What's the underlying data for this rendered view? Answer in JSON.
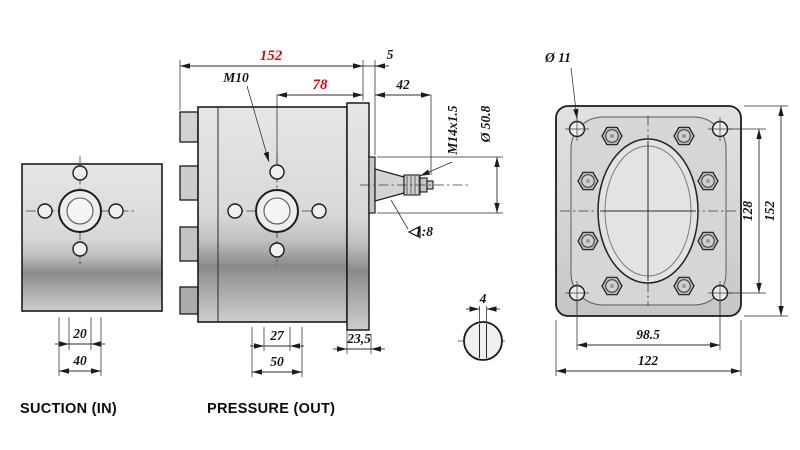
{
  "labels": {
    "suction_view": "SUCTION (IN)",
    "pressure_view": "PRESSURE (OUT)"
  },
  "dims": {
    "suction": {
      "d20": "20",
      "d40": "40"
    },
    "pressure": {
      "total": "152",
      "port_thread": "M10",
      "span": "78",
      "step": "5",
      "shaft_len": "42",
      "shaft_thread": "M14x1.5",
      "pilot_dia": "Ø 50.8",
      "taper": "1:8",
      "d27": "27",
      "d50": "50",
      "cover": "23,5"
    },
    "flange": {
      "hole_dia": "Ø 11",
      "bolt_v": "128",
      "height": "152",
      "bolt_h": "98.5",
      "width": "122"
    },
    "key": {
      "width": "4"
    }
  },
  "colors": {
    "accent_red": "#c41212",
    "line": "#1b1b1b",
    "body_gray": "#d6d6d6"
  }
}
